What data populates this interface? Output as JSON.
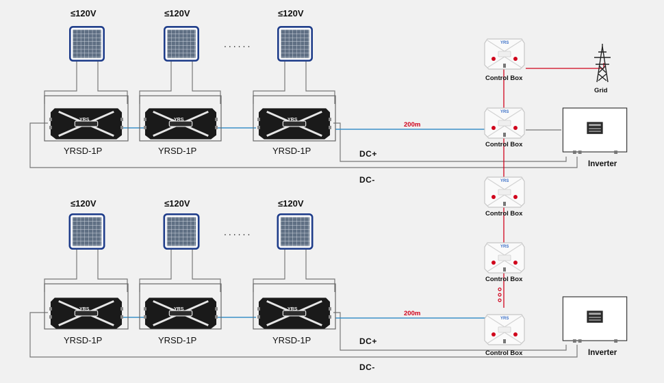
{
  "diagram": {
    "rows": [
      {
        "panels": [
          {
            "voltage": "≤120V",
            "device": "YRSD-1P"
          },
          {
            "voltage": "≤120V",
            "device": "YRSD-1P"
          },
          {
            "voltage": "≤120V",
            "device": "YRSD-1P"
          }
        ],
        "ellipsis": "......",
        "distance": "200m",
        "dc_plus": "DC+",
        "dc_minus": "DC-",
        "inverter": "Inverter"
      },
      {
        "panels": [
          {
            "voltage": "≤120V",
            "device": "YRSD-1P"
          },
          {
            "voltage": "≤120V",
            "device": "YRSD-1P"
          },
          {
            "voltage": "≤120V",
            "device": "YRSD-1P"
          }
        ],
        "ellipsis": "......",
        "distance": "200m",
        "dc_plus": "DC+",
        "dc_minus": "DC-",
        "inverter": "Inverter"
      }
    ],
    "control_boxes": [
      {
        "label": "Control Box"
      },
      {
        "label": "Control Box"
      },
      {
        "label": "Control Box"
      },
      {
        "label": "Control Box"
      },
      {
        "label": "Control Box"
      }
    ],
    "grid": "Grid",
    "device_logo": "YRS",
    "box_logo": "YRS",
    "colors": {
      "background": "#f1f1f1",
      "panel_frame": "#1f3d8a",
      "link_red": "#d0021b",
      "link_blue": "#3a8fc7",
      "wire_gray": "#777777"
    }
  }
}
